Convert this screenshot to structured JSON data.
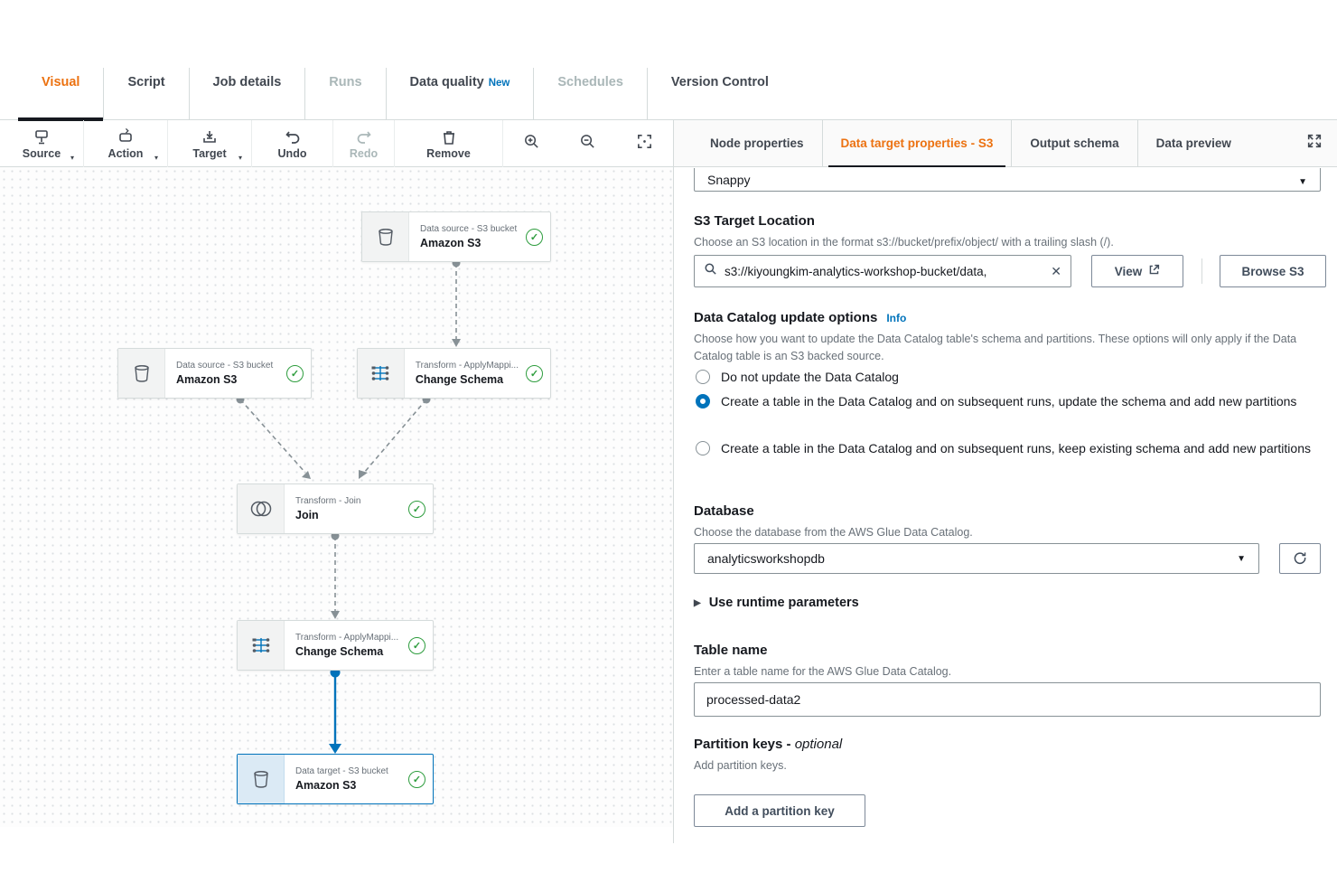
{
  "tabs": {
    "items": [
      {
        "label": "Visual"
      },
      {
        "label": "Script"
      },
      {
        "label": "Job details"
      },
      {
        "label": "Runs"
      },
      {
        "label": "Data quality",
        "badge": "New"
      },
      {
        "label": "Schedules"
      },
      {
        "label": "Version Control"
      }
    ]
  },
  "toolbar": {
    "source": "Source",
    "action": "Action",
    "target": "Target",
    "undo": "Undo",
    "redo": "Redo",
    "remove": "Remove"
  },
  "canvas": {
    "nodes": [
      {
        "type_label": "Data source - S3 bucket",
        "name": "Amazon S3",
        "icon": "s3-bucket",
        "status": "valid"
      },
      {
        "type_label": "Data source - S3 bucket",
        "name": "Amazon S3",
        "icon": "s3-bucket",
        "status": "valid"
      },
      {
        "type_label": "Transform - ApplyMappi...",
        "name": "Change Schema",
        "icon": "apply-mapping",
        "status": "valid"
      },
      {
        "type_label": "Transform - Join",
        "name": "Join",
        "icon": "join",
        "status": "valid"
      },
      {
        "type_label": "Transform - ApplyMappi...",
        "name": "Change Schema",
        "icon": "apply-mapping",
        "status": "valid"
      },
      {
        "type_label": "Data target - S3 bucket",
        "name": "Amazon S3",
        "icon": "s3-bucket",
        "status": "valid",
        "selected": true
      }
    ]
  },
  "panel": {
    "tabs": [
      {
        "label": "Node properties"
      },
      {
        "label": "Data target properties - S3"
      },
      {
        "label": "Output schema"
      },
      {
        "label": "Data preview"
      }
    ],
    "compression": {
      "value": "Snappy"
    },
    "s3_location": {
      "label": "S3 Target Location",
      "desc": "Choose an S3 location in the format s3://bucket/prefix/object/ with a trailing slash (/).",
      "value": "s3://kiyoungkim-analytics-workshop-bucket/data,",
      "view_label": "View",
      "browse_label": "Browse S3"
    },
    "catalog": {
      "label": "Data Catalog update options",
      "info": "Info",
      "desc": "Choose how you want to update the Data Catalog table's schema and partitions. These options will only apply if the Data Catalog table is an S3 backed source.",
      "options": [
        {
          "label": "Do not update the Data Catalog",
          "checked": false
        },
        {
          "label": "Create a table in the Data Catalog and on subsequent runs, update the schema and add new partitions",
          "checked": true
        },
        {
          "label": "Create a table in the Data Catalog and on subsequent runs, keep existing schema and add new partitions",
          "checked": false
        }
      ]
    },
    "database": {
      "label": "Database",
      "desc": "Choose the database from the AWS Glue Data Catalog.",
      "value": "analyticsworkshopdb"
    },
    "runtime": {
      "label": "Use runtime parameters"
    },
    "table_name": {
      "label": "Table name",
      "desc": "Enter a table name for the AWS Glue Data Catalog.",
      "value": "processed-data2"
    },
    "partition": {
      "label": "Partition keys - ",
      "optional": "optional",
      "desc": "Add partition keys.",
      "button": "Add a partition key"
    }
  },
  "colors": {
    "accent_orange": "#ec7211",
    "link_blue": "#0073bb",
    "success_green": "#2e9d3e",
    "edge_gray": "#879196"
  }
}
